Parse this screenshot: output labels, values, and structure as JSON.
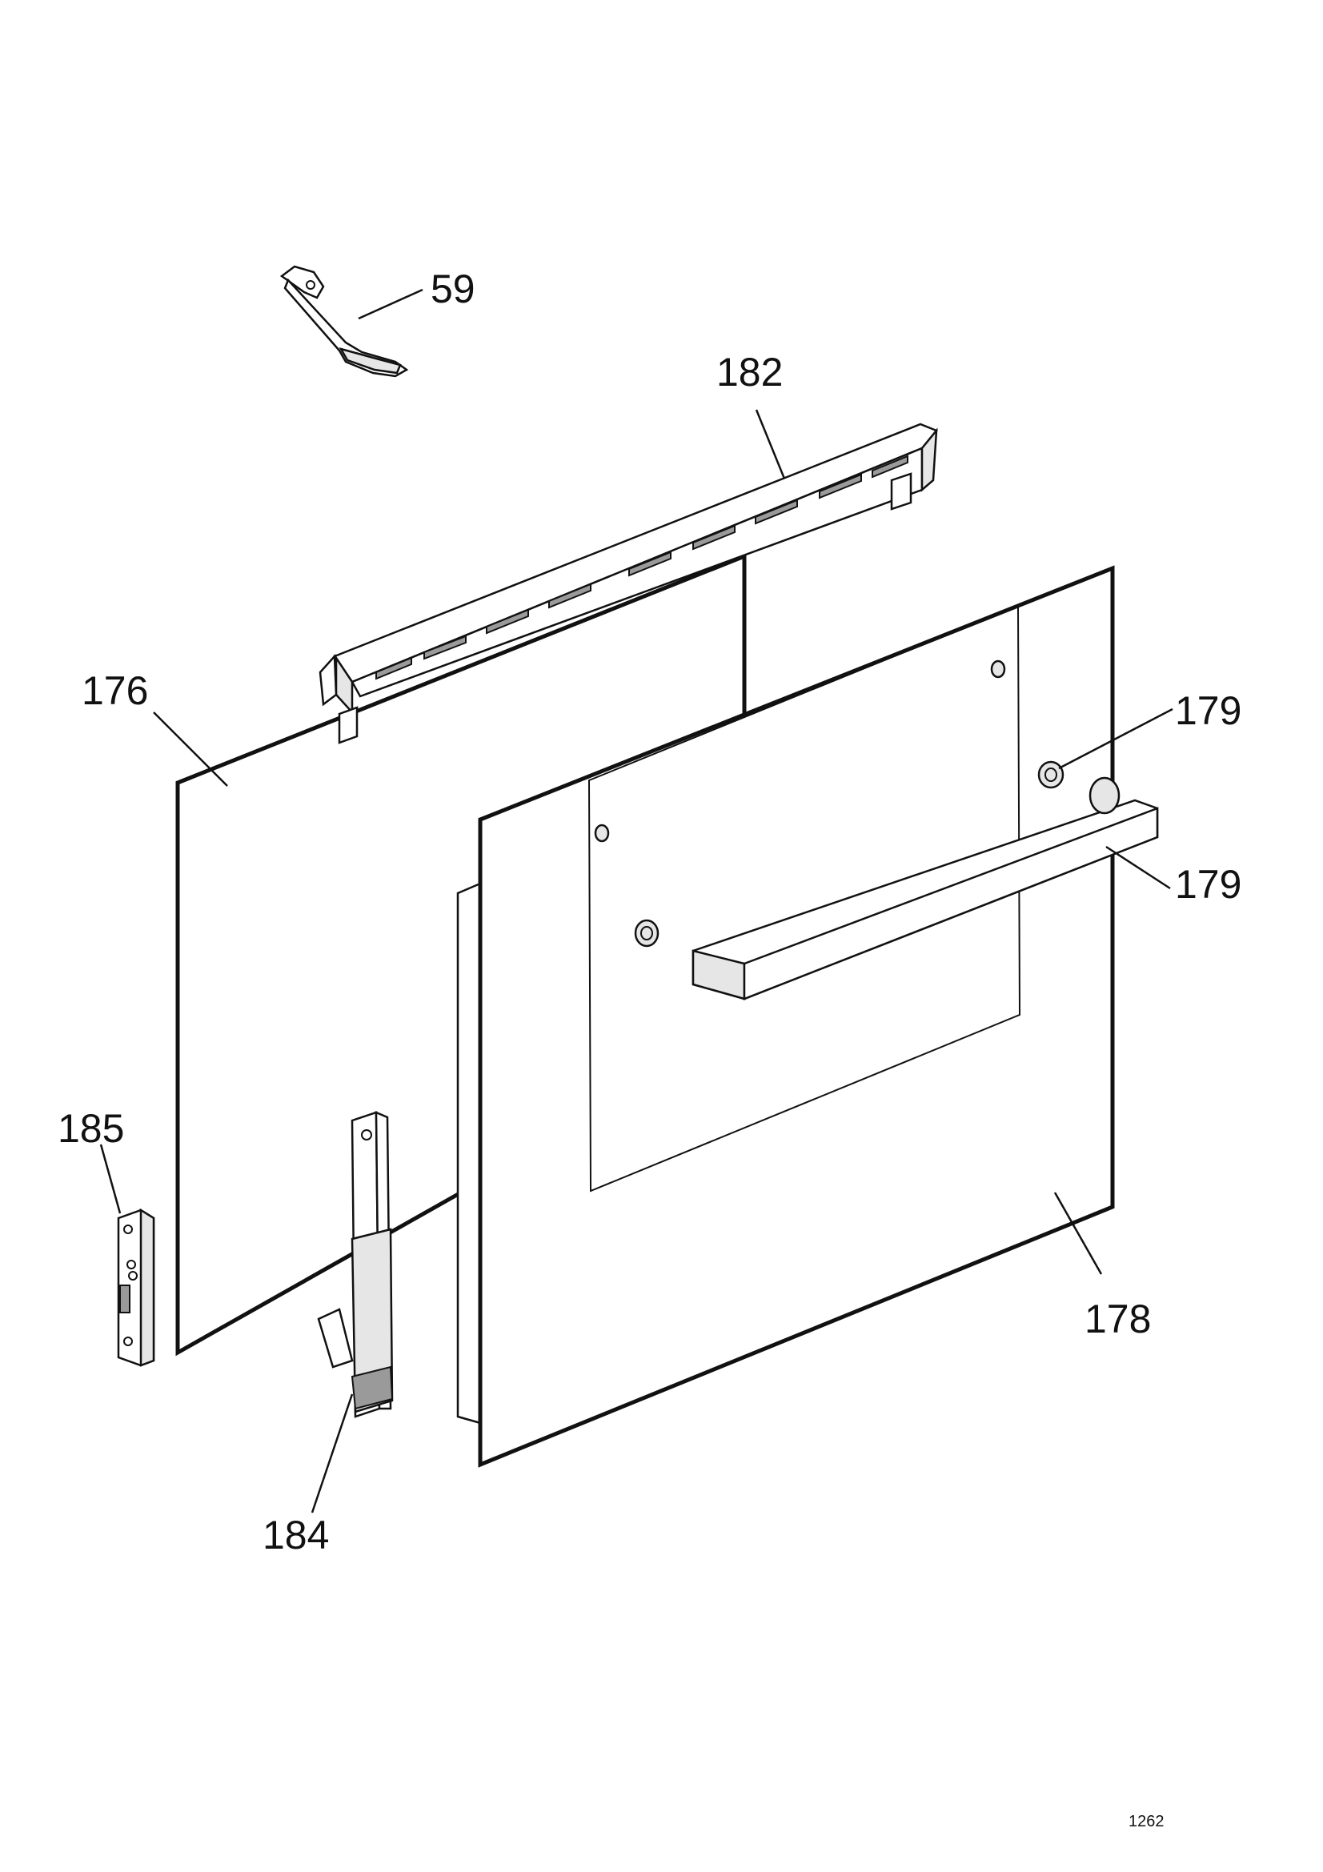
{
  "callouts": {
    "p59": "59",
    "p182": "182",
    "p176": "176",
    "p179_top": "179",
    "p179_handle": "179",
    "p185": "185",
    "p184": "184",
    "p178": "178"
  },
  "sheet_number": "1262"
}
